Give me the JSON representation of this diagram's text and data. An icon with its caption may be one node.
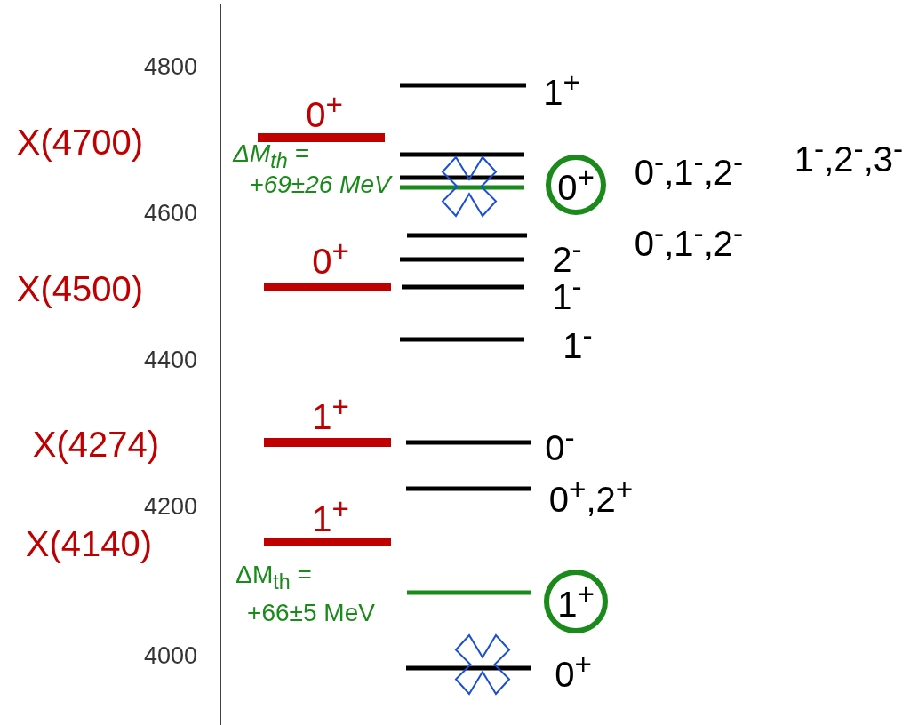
{
  "diagram": {
    "nodes": [
      {
        "text": [
          "0$^{+}$"
        ]
      },
      {
        "text": [
          "1$^{+}$"
        ]
      }
    ],
    "labels": [
      "4800",
      "1$^{+}$",
      "0$^{+}$",
      "X(4700)",
      "1$^{-}$,2$^{-}$,3$^{-}$",
      "0$^{-}$,1$^{-}$,2$^{-}$",
      "ΔM$_{th}$ =",
      "+69±26 MeV",
      "4600",
      "0$^{-}$,1$^{-}$,2$^{-}$",
      "0$^{+}$",
      "2$^{-}$",
      "X(4500)",
      "1$^{-}$",
      "1$^{-}$",
      "4400",
      "1$^{+}$",
      "X(4274)",
      "0$^{-}$",
      "0$^{+}$,2$^{+}$",
      "4200",
      "1$^{+}$",
      "X(4140)",
      "ΔM$_{th}$ =",
      "+66±5 MeV",
      "4000",
      "0$^{+}$"
    ]
  }
}
